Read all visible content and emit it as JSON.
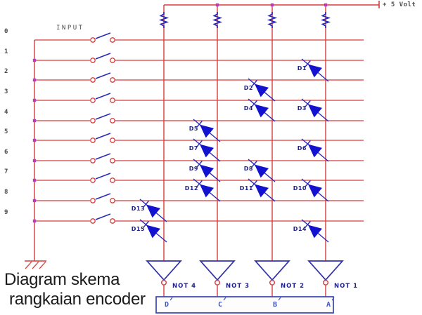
{
  "title": {
    "line1": "Diagram skema",
    "line2": "rangkaian encoder"
  },
  "annotations": {
    "input_label": "INPUT",
    "power_label": "+ 5 Volt"
  },
  "row_labels": [
    "0",
    "1",
    "2",
    "3",
    "4",
    "5",
    "6",
    "7",
    "8",
    "9"
  ],
  "gates": [
    {
      "label": "NOT 4",
      "output": "D"
    },
    {
      "label": "NOT 3",
      "output": "C"
    },
    {
      "label": "NOT 2",
      "output": "B"
    },
    {
      "label": "NOT 1",
      "output": "A"
    }
  ],
  "diodes": [
    {
      "label": "D1",
      "row": 1,
      "col": 3
    },
    {
      "label": "D2",
      "row": 2,
      "col": 2
    },
    {
      "label": "D4",
      "row": 3,
      "col": 2
    },
    {
      "label": "D3",
      "row": 3,
      "col": 3
    },
    {
      "label": "D5",
      "row": 4,
      "col": 1
    },
    {
      "label": "D7",
      "row": 5,
      "col": 1
    },
    {
      "label": "D6",
      "row": 5,
      "col": 3
    },
    {
      "label": "D9",
      "row": 6,
      "col": 1
    },
    {
      "label": "D8",
      "row": 6,
      "col": 2
    },
    {
      "label": "D12",
      "row": 7,
      "col": 1
    },
    {
      "label": "D11",
      "row": 7,
      "col": 2
    },
    {
      "label": "D10",
      "row": 7,
      "col": 3
    },
    {
      "label": "D13",
      "row": 8,
      "col": 0
    },
    {
      "label": "D15",
      "row": 9,
      "col": 0
    },
    {
      "label": "D14",
      "row": 9,
      "col": 3
    }
  ],
  "colors": {
    "wire": "#d83c3c",
    "component_blue": "#2a2ab8",
    "diode_fill": "#1313cf",
    "junction": "#bb3cbb",
    "tech_label": "#222288",
    "output_letter": "#4453c4",
    "annotation_text": "#4a4a4a",
    "title_text": "#1b1b1b"
  }
}
